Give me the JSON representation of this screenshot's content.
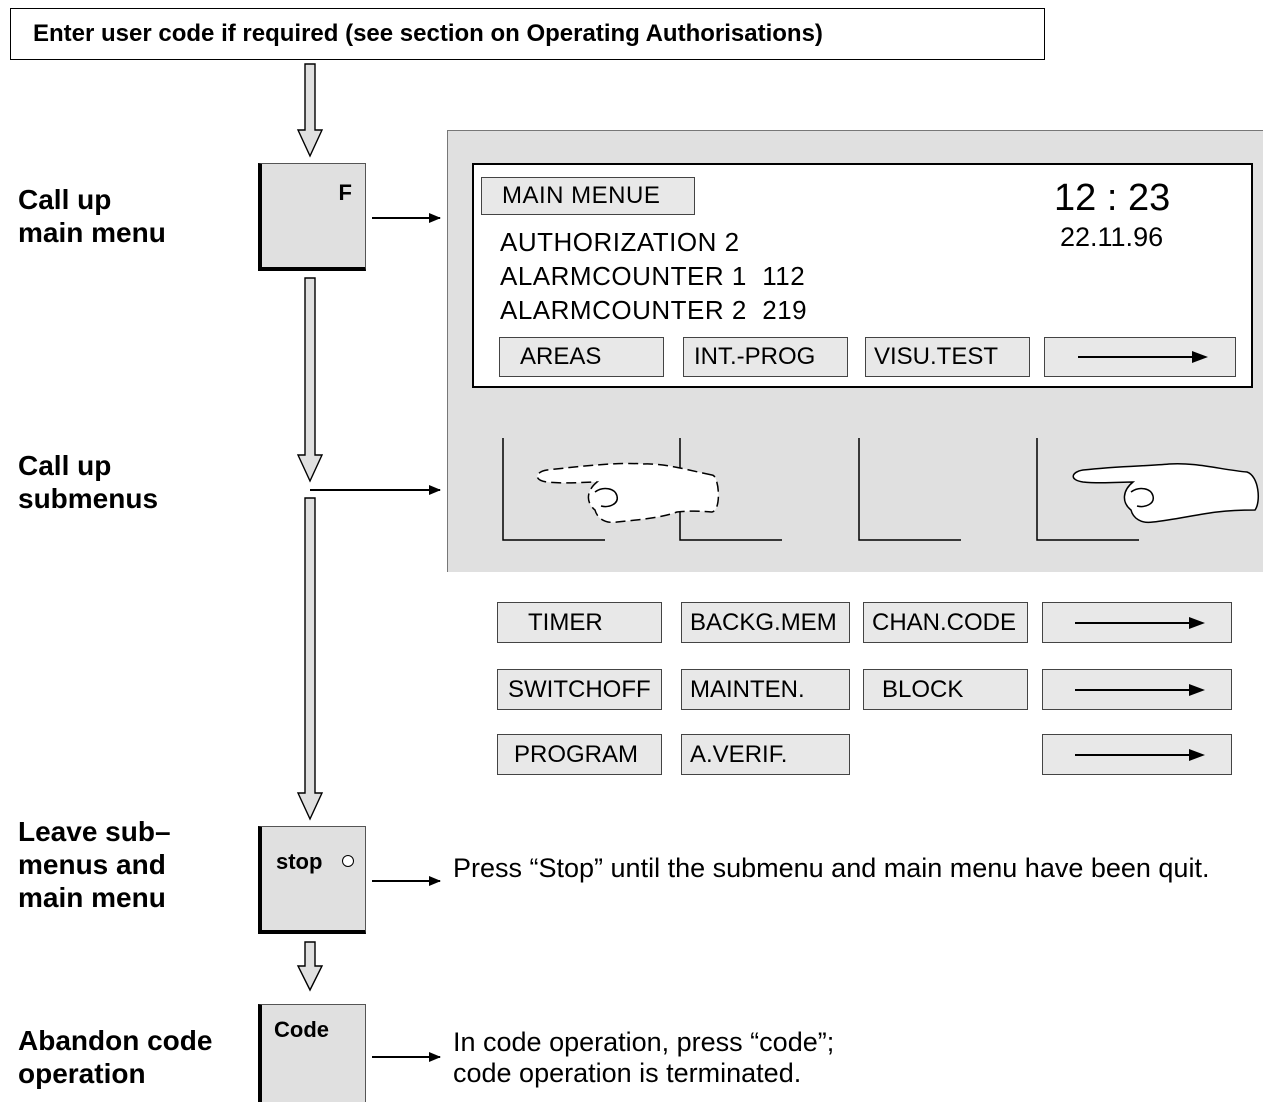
{
  "header": {
    "instruction": "Enter user code if required (see section on Operating Authorisations)"
  },
  "steps": {
    "main_menu": [
      "Call up",
      "main menu"
    ],
    "submenus": [
      "Call up",
      "submenus"
    ],
    "leave": [
      "Leave sub–",
      "menus and",
      "main menu"
    ],
    "abandon": [
      "Abandon code",
      "operation"
    ]
  },
  "keys": {
    "f": "F",
    "stop": "stop",
    "code": "Code"
  },
  "display": {
    "title": "MAIN MENUE",
    "time": "12 : 23",
    "date": "22.11.96",
    "lines": [
      "AUTHORIZATION 2",
      "ALARMCOUNTER 1  112",
      "ALARMCOUNTER 2  219"
    ],
    "softkeys": [
      "AREAS",
      "INT.-PROG",
      "VISU.TEST"
    ]
  },
  "submenu_rows": [
    [
      "TIMER",
      "BACKG.MEM",
      "CHAN.CODE"
    ],
    [
      "SWITCHOFF",
      "MAINTEN.",
      "BLOCK"
    ],
    [
      "PROGRAM",
      "A.VERIF.",
      ""
    ]
  ],
  "descriptions": {
    "stop": "Press “Stop” until the submenu and main menu have been quit.",
    "code": [
      "In code operation, press “code”;",
      "code operation is terminated."
    ]
  }
}
